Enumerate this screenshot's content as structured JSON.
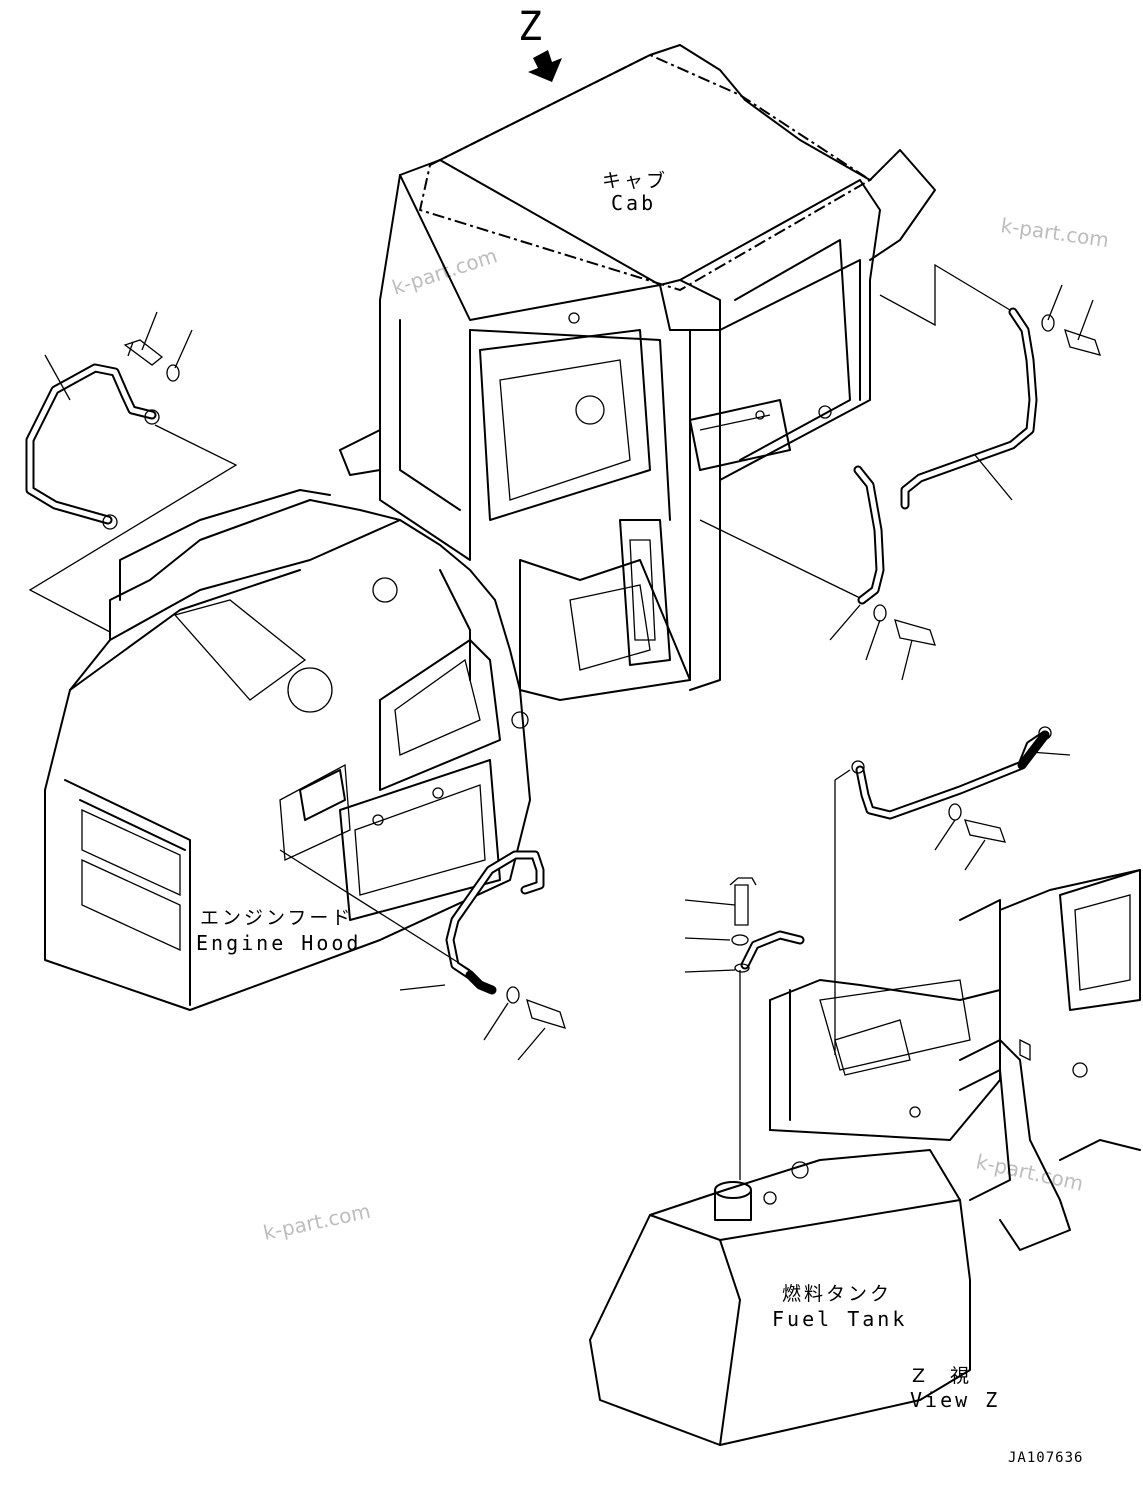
{
  "view_arrow": {
    "letter": "Z"
  },
  "labels": {
    "cab_jp": "キャブ",
    "cab_en": "Cab",
    "engine_hood_jp": "エンジンフード",
    "engine_hood_en": "Engine Hood",
    "fuel_tank_jp": "燃料タンク",
    "fuel_tank_en": "Fuel Tank",
    "view_jp": "Z　視",
    "view_en": "View Z"
  },
  "drawing_number": "JA107636",
  "watermarks": [
    "k-part.com",
    "k-part.com",
    "k-part.com",
    "k-part.com"
  ]
}
